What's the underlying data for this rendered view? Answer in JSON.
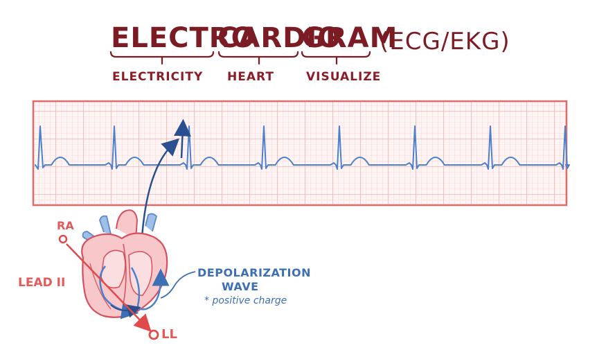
{
  "title": {
    "part1": "ELECTRO",
    "part2": "CARDIO",
    "part3": "GRAM",
    "suffix": "(ECG/EKG)"
  },
  "meanings": {
    "electro": "ELECTRICITY",
    "cardio": "HEART",
    "gram": "VISUALIZE"
  },
  "labels": {
    "ra": "RA",
    "lead": "LEAD II",
    "ll": "LL",
    "wave_line1": "DEPOLARIZATION",
    "wave_line2": "WAVE",
    "wave_note": "* positive charge"
  },
  "colors": {
    "title": "#7b1b24",
    "meaning": "#8c1d27",
    "grid_major": "#f2a3a3",
    "grid_minor": "#f9d6d6",
    "strip_border": "#e46a6a",
    "ecg_trace": "#4a80cc",
    "heart_outline": "#d64f5c",
    "heart_fill": "#f7c7c9",
    "vessel_blue": "#7fa8dc",
    "lead_line": "#e04a4a",
    "arrow_dark": "#2a4f8f"
  }
}
